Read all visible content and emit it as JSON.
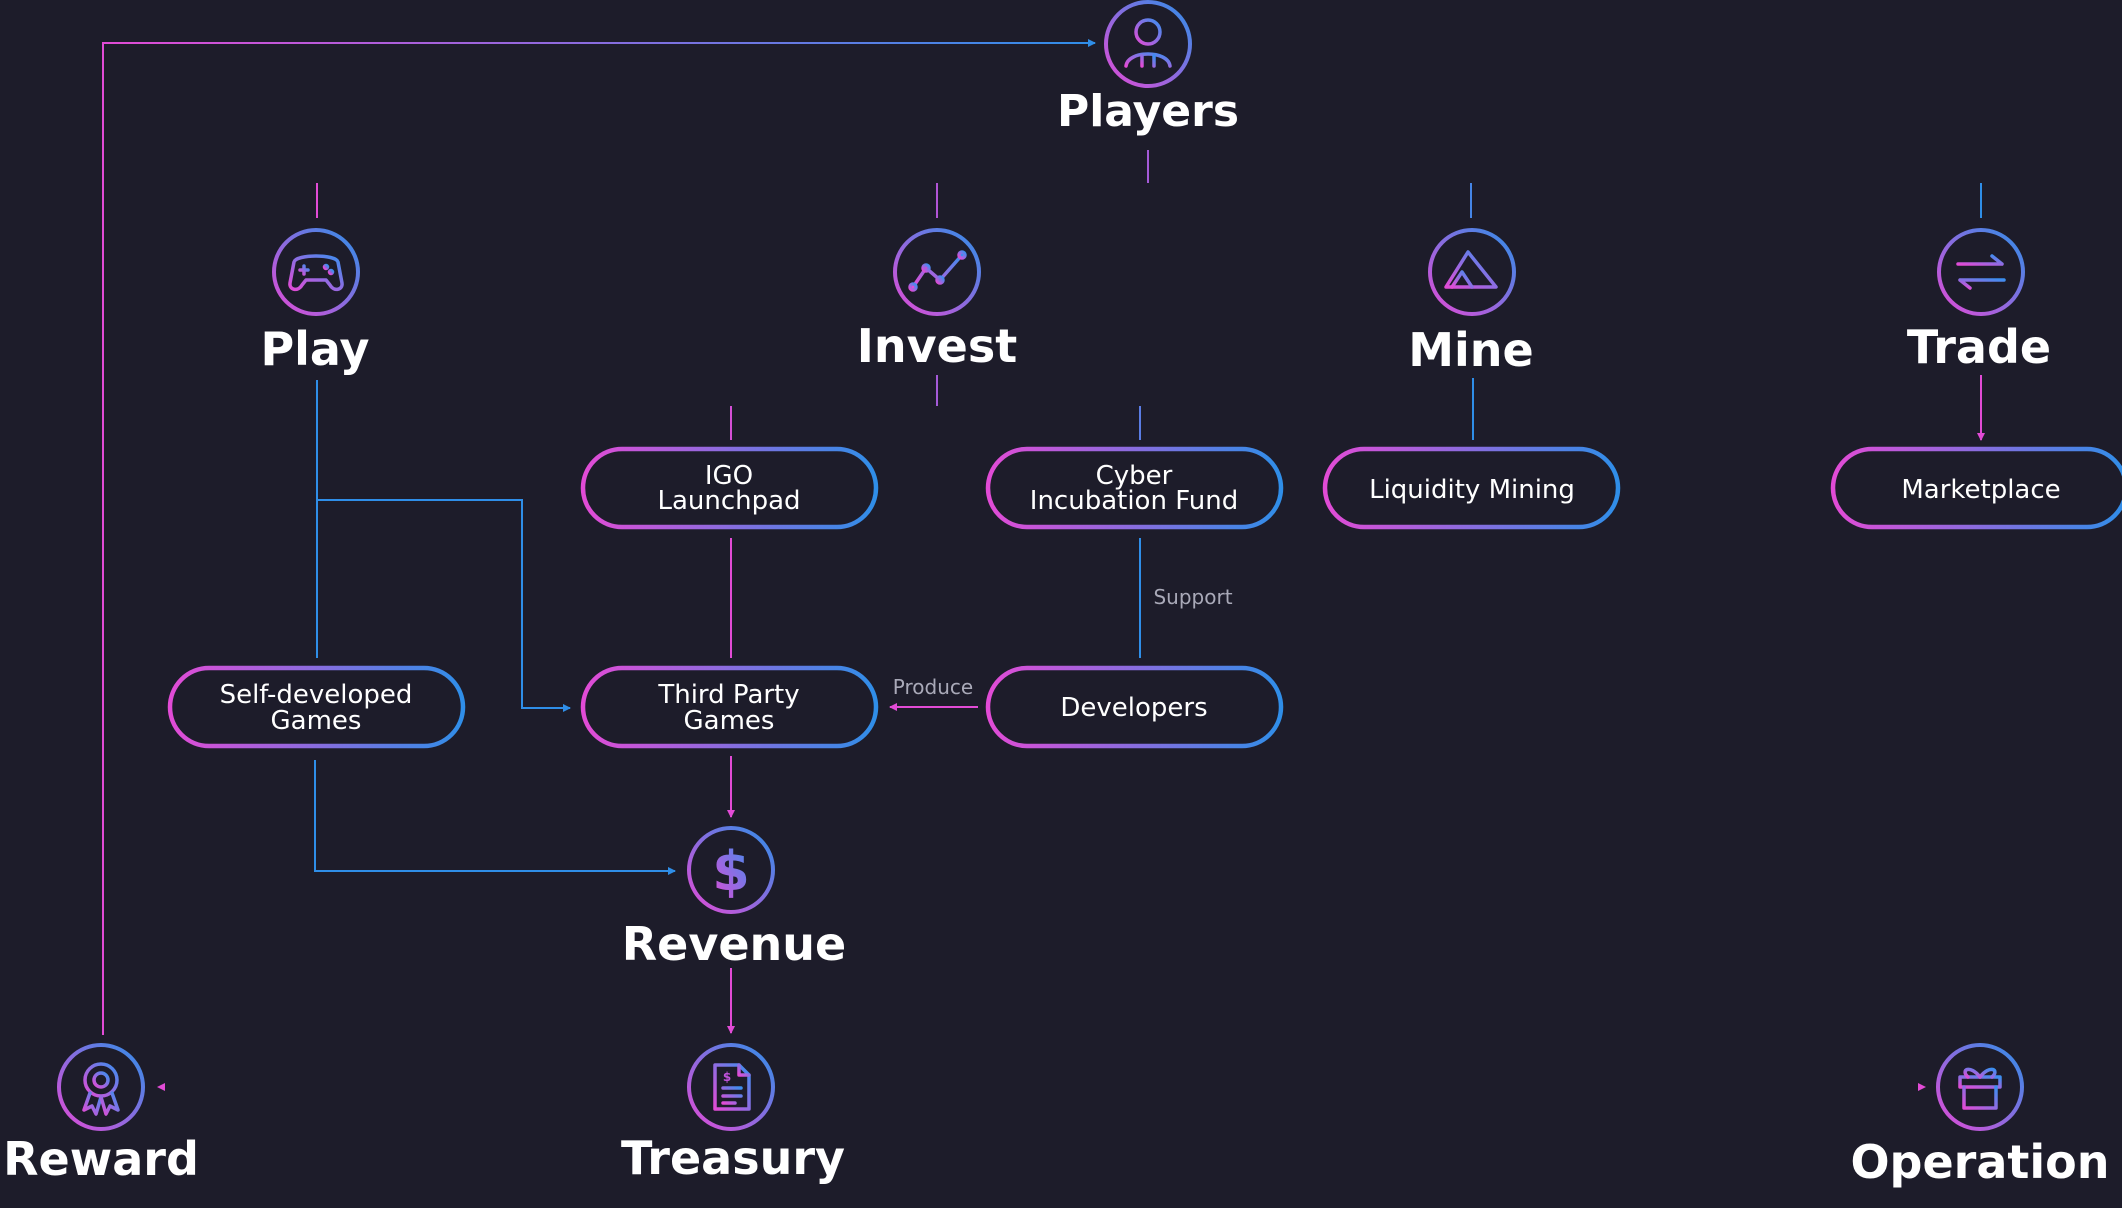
{
  "colors": {
    "background": "#1d1c2a",
    "magenta": "#e24bd6",
    "blue": "#2f8ee8"
  },
  "nodes": {
    "players": {
      "label": "Players",
      "icon": "user-icon"
    },
    "play": {
      "label": "Play",
      "icon": "gamepad-icon"
    },
    "invest": {
      "label": "Invest",
      "icon": "trend-line-icon"
    },
    "mine": {
      "label": "Mine",
      "icon": "mountain-icon"
    },
    "trade": {
      "label": "Trade",
      "icon": "exchange-arrows-icon"
    },
    "revenue": {
      "label": "Revenue",
      "icon": "dollar-icon"
    },
    "reward": {
      "label": "Reward",
      "icon": "award-ribbon-icon"
    },
    "treasury": {
      "label": "Treasury",
      "icon": "document-dollar-icon"
    },
    "operation": {
      "label": "Operation",
      "icon": "gift-icon"
    }
  },
  "boxes": {
    "igo_launchpad": {
      "line1": "IGO",
      "line2": "Launchpad"
    },
    "cyber_incubation_fund": {
      "line1": "Cyber",
      "line2": "Incubation Fund"
    },
    "liquidity_mining": {
      "line1": "Liquidity Mining"
    },
    "marketplace": {
      "line1": "Marketplace"
    },
    "self_developed_games": {
      "line1": "Self-developed",
      "line2": "Games"
    },
    "third_party_games": {
      "line1": "Third Party",
      "line2": "Games"
    },
    "developers": {
      "line1": "Developers"
    }
  },
  "edge_labels": {
    "support": "Support",
    "produce": "Produce"
  }
}
